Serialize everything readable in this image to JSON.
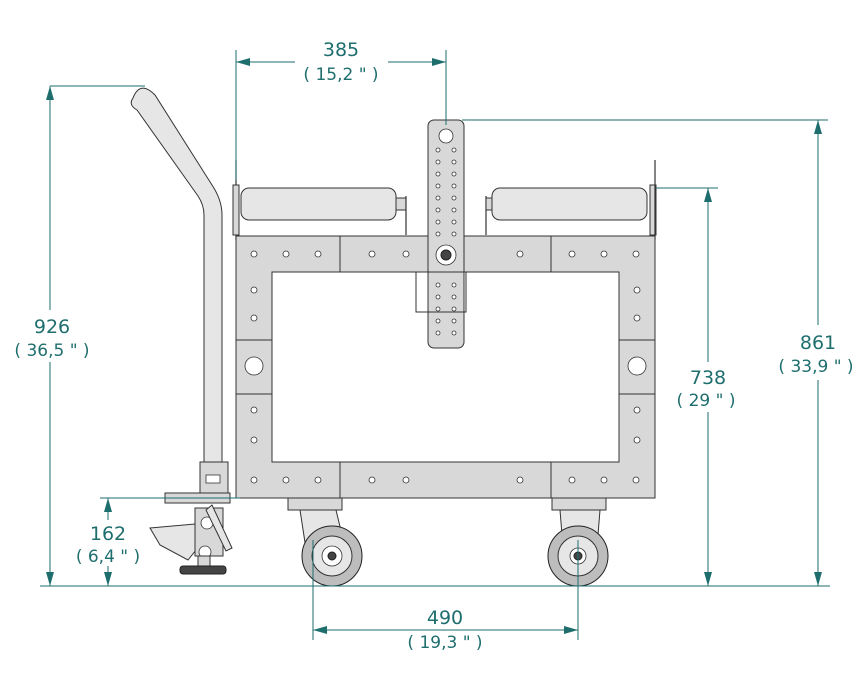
{
  "dimensions": {
    "top_width": {
      "mm": "385",
      "inch": "( 15,2 \" )"
    },
    "overall_height": {
      "mm": "926",
      "inch": "( 36,5 \" )"
    },
    "top_height": {
      "mm": "861",
      "inch": "( 33,9 \" )"
    },
    "roller_height": {
      "mm": "738",
      "inch": "( 29 \" )"
    },
    "frame_clearance": {
      "mm": "162",
      "inch": "( 6,4 \" )"
    },
    "wheel_base": {
      "mm": "490",
      "inch": "( 19,3 \" )"
    }
  },
  "colors": {
    "dimension": "#1f6e6e",
    "outline": "#333333",
    "metal": "#d8d8d8"
  }
}
